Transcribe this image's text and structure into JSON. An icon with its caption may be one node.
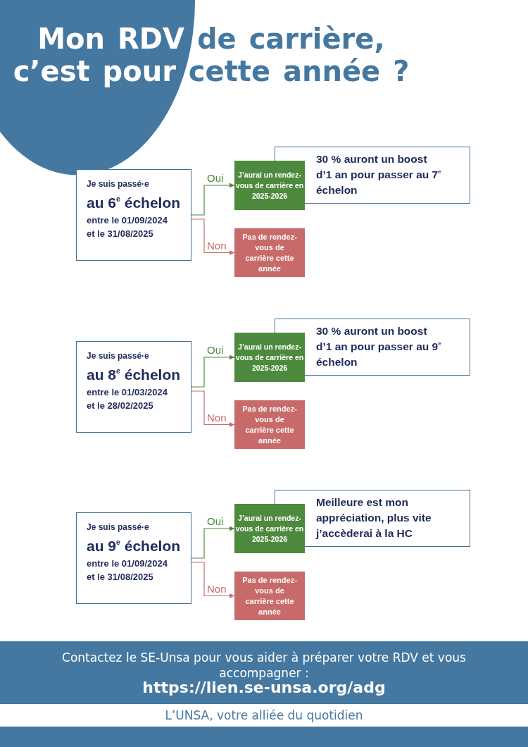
{
  "diagram": {
    "title": "Mon RDV de carrière, c’est pour cette année ?",
    "nodes": [
      {
        "text": [
          "Je suis passé·e",
          "au 6$^{e}$ échelon",
          "entre le 01/09/2024 et le 31/08/2025"
        ]
      },
      {
        "text": [
          "J’aurai un rendez-vous de carrière en 2025-2026"
        ]
      },
      {
        "text": [
          "30 % auront un boost d’1 an pour passer au 7$^{e}$ échelon"
        ]
      },
      {
        "text": [
          "Pas de rendez-vous de carrière cette année"
        ]
      },
      {
        "text": [
          "Je suis passé·e",
          "au 8$^{e}$ échelon",
          "entre le 01/03/2024 et le 28/02/2025"
        ]
      },
      {
        "text": [
          "J’aurai un rendez-vous de carrière en 2025-2026"
        ]
      },
      {
        "text": [
          "30 % auront un boost d’1 an pour passer au 9$^{e}$ échelon"
        ]
      },
      {
        "text": [
          "Pas de rendez-vous de carrière cette année"
        ]
      },
      {
        "text": [
          "Je suis passé·e",
          "au 9$^{e}$ échelon",
          "entre le 01/09/2024 et le 31/08/2025"
        ]
      },
      {
        "text": [
          "J’aurai un rendez-vous de carrière en 2025-2026"
        ]
      },
      {
        "text": [
          "Meilleure est mon appréciation, plus vite j’accèderai à la HC"
        ]
      },
      {
        "text": [
          "Pas de rendez-vous de carrière cette année"
        ]
      }
    ],
    "edges": [
      {
        "from": 0,
        "to": 1,
        "arrow": "to",
        "label": "Oui",
        "color": "#4e8a3e"
      },
      {
        "from": 0,
        "to": 3,
        "arrow": "to",
        "label": "Non",
        "color": "#c96a6a"
      },
      {
        "from": 4,
        "to": 5,
        "arrow": "to",
        "label": "Oui",
        "color": "#4e8a3e"
      },
      {
        "from": 4,
        "to": 7,
        "arrow": "to",
        "label": "Non",
        "color": "#c96a6a"
      },
      {
        "from": 8,
        "to": 9,
        "arrow": "to",
        "label": "Oui",
        "color": "#4e8a3e"
      },
      {
        "from": 8,
        "to": 11,
        "arrow": "to",
        "label": "Non",
        "color": "#c96a6a"
      }
    ],
    "labels": [
      "Contactez le SE-Unsa pour vous aider à préparer votre RDV et vous accompagner :",
      "https://lien.se-unsa.org/adg",
      "L’UNSA, votre alliée du quotidien"
    ]
  }
}
